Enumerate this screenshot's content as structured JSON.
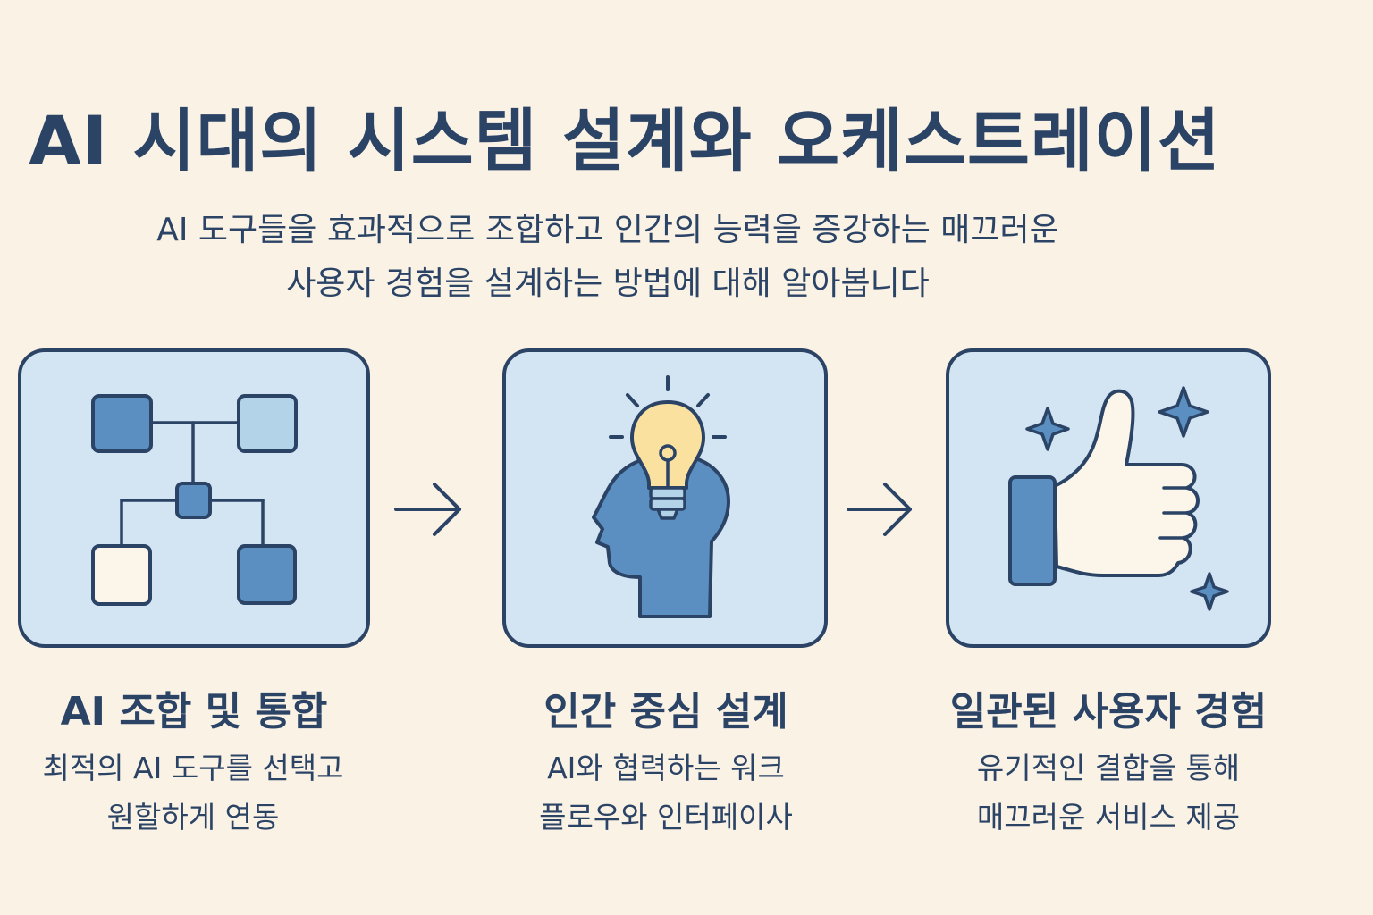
{
  "title": "AI 시대의 시스템 설계와 오케스트레이션",
  "subtitle": {
    "line1": "AI 도구들을 효과적으로 조합하고 인간의 능력을 증강하는 매끄러운",
    "line2": "사용자 경험을 설계하는 방법에 대해 알아봅니다"
  },
  "steps": [
    {
      "icon": "hierarchy-network-icon",
      "title": "AI 조합 및 통합",
      "desc_line1": "최적의 AI 도구를 선택고",
      "desc_line2": "원할하게 연동"
    },
    {
      "icon": "head-lightbulb-icon",
      "title": "인간 중심 설계",
      "desc_line1": "AI와 협력하는 워크",
      "desc_line2": "플로우와 인터페이사"
    },
    {
      "icon": "thumbs-up-icon",
      "title": "일관된 사용자 경험",
      "desc_line1": "유기적인 결합을 통해",
      "desc_line2": "매끄러운 서비스 제공"
    }
  ],
  "colors": {
    "background": "#fbf2e6",
    "card_fill": "#d3e4f3",
    "navy": "#2b4466",
    "blue": "#5b8fc2",
    "light_blue": "#b3d3e8",
    "bulb_yellow": "#fbe1a0"
  }
}
